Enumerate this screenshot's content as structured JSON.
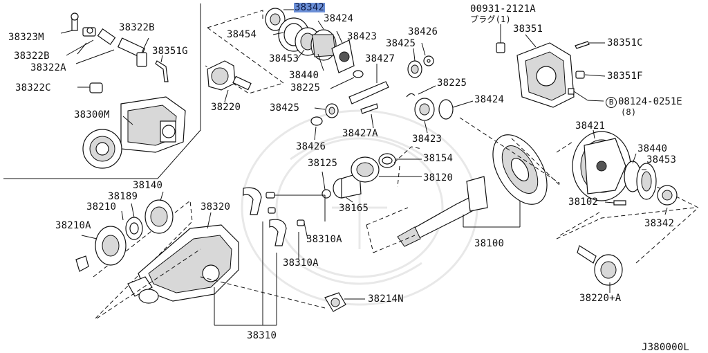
{
  "diagram": {
    "labels": {
      "p38323M": "38323M",
      "p38322B_top": "38322B",
      "p38322B": "38322B",
      "p38322A": "38322A",
      "p38351G": "38351G",
      "p38322C": "38322C",
      "p38300M": "38300M",
      "p38342_top": "38342",
      "p38424_top": "38424",
      "p38454": "38454",
      "p38423_top": "38423",
      "p38453_top": "38453",
      "p38440_top": "38440",
      "p38225_top": "38225",
      "p38220": "38220",
      "p38426_top": "38426",
      "p38425_top": "38425",
      "p38427": "38427",
      "p38225_mid": "38225",
      "p38425_mid": "38425",
      "p38424_mid": "38424",
      "p38423_mid": "38423",
      "p38426_mid": "38426",
      "p38427A": "38427A",
      "p00931": "00931-2121A",
      "plug_note": "プラグ(1)",
      "p38351": "38351",
      "p38351C": "38351C",
      "p38351F": "38351F",
      "bolt_code": "08124-0251E",
      "bolt_qty": "(8)",
      "bolt_circle": "B",
      "p38421": "38421",
      "p38440_right": "38440",
      "p38453_right": "38453",
      "p38102": "38102",
      "p38342_right": "38342",
      "p38220A": "38220+A",
      "p38125": "38125",
      "p38154": "38154",
      "p38120": "38120",
      "p38165": "38165",
      "p38100": "38100",
      "p38140": "38140",
      "p38189": "38189",
      "p38210": "38210",
      "p38210A": "38210A",
      "p38320": "38320",
      "p38310A_1": "38310A",
      "p38310A_2": "38310A",
      "p38214N": "38214N",
      "p38310": "38310"
    },
    "diagram_code": "J380000L",
    "highlight_color": "#6b8fd6"
  }
}
